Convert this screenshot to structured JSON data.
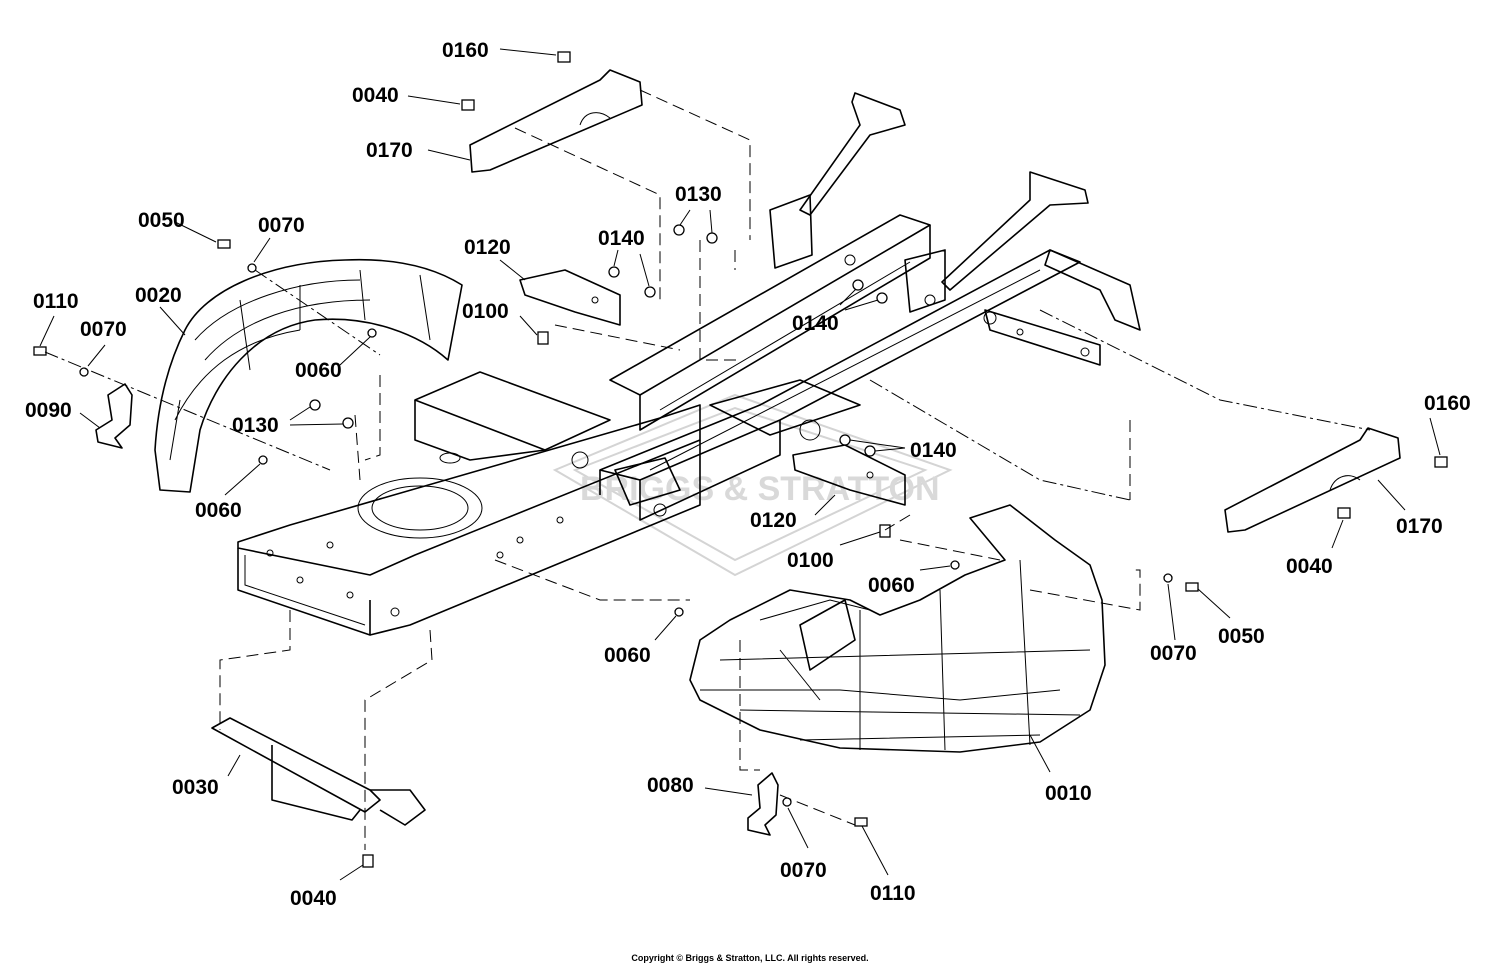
{
  "diagram": {
    "callouts": [
      {
        "id": "c0160a",
        "text": "0160"
      },
      {
        "id": "c0040a",
        "text": "0040"
      },
      {
        "id": "c0170a",
        "text": "0170"
      },
      {
        "id": "c0050a",
        "text": "0050"
      },
      {
        "id": "c0070a",
        "text": "0070"
      },
      {
        "id": "c0110a",
        "text": "0110"
      },
      {
        "id": "c0020",
        "text": "0020"
      },
      {
        "id": "c0070b",
        "text": "0070"
      },
      {
        "id": "c0090",
        "text": "0090"
      },
      {
        "id": "c0060a",
        "text": "0060"
      },
      {
        "id": "c0130a",
        "text": "0130"
      },
      {
        "id": "c0060b",
        "text": "0060"
      },
      {
        "id": "c0120a",
        "text": "0120"
      },
      {
        "id": "c0100a",
        "text": "0100"
      },
      {
        "id": "c0140a",
        "text": "0140"
      },
      {
        "id": "c0130b",
        "text": "0130"
      },
      {
        "id": "c0140b",
        "text": "0140"
      },
      {
        "id": "c0140c",
        "text": "0140"
      },
      {
        "id": "c0120b",
        "text": "0120"
      },
      {
        "id": "c0100b",
        "text": "0100"
      },
      {
        "id": "c0060c",
        "text": "0060"
      },
      {
        "id": "c0060d",
        "text": "0060"
      },
      {
        "id": "c0160b",
        "text": "0160"
      },
      {
        "id": "c0170b",
        "text": "0170"
      },
      {
        "id": "c0040b",
        "text": "0040"
      },
      {
        "id": "c0070c",
        "text": "0070"
      },
      {
        "id": "c0050b",
        "text": "0050"
      },
      {
        "id": "c0030",
        "text": "0030"
      },
      {
        "id": "c0040c",
        "text": "0040"
      },
      {
        "id": "c0080",
        "text": "0080"
      },
      {
        "id": "c0070d",
        "text": "0070"
      },
      {
        "id": "c0110b",
        "text": "0110"
      },
      {
        "id": "c0010",
        "text": "0010"
      }
    ],
    "watermark": "BRIGGS & STRATTON"
  },
  "footer": {
    "copyright": "Copyright © Briggs & Stratton, LLC. All rights reserved."
  }
}
